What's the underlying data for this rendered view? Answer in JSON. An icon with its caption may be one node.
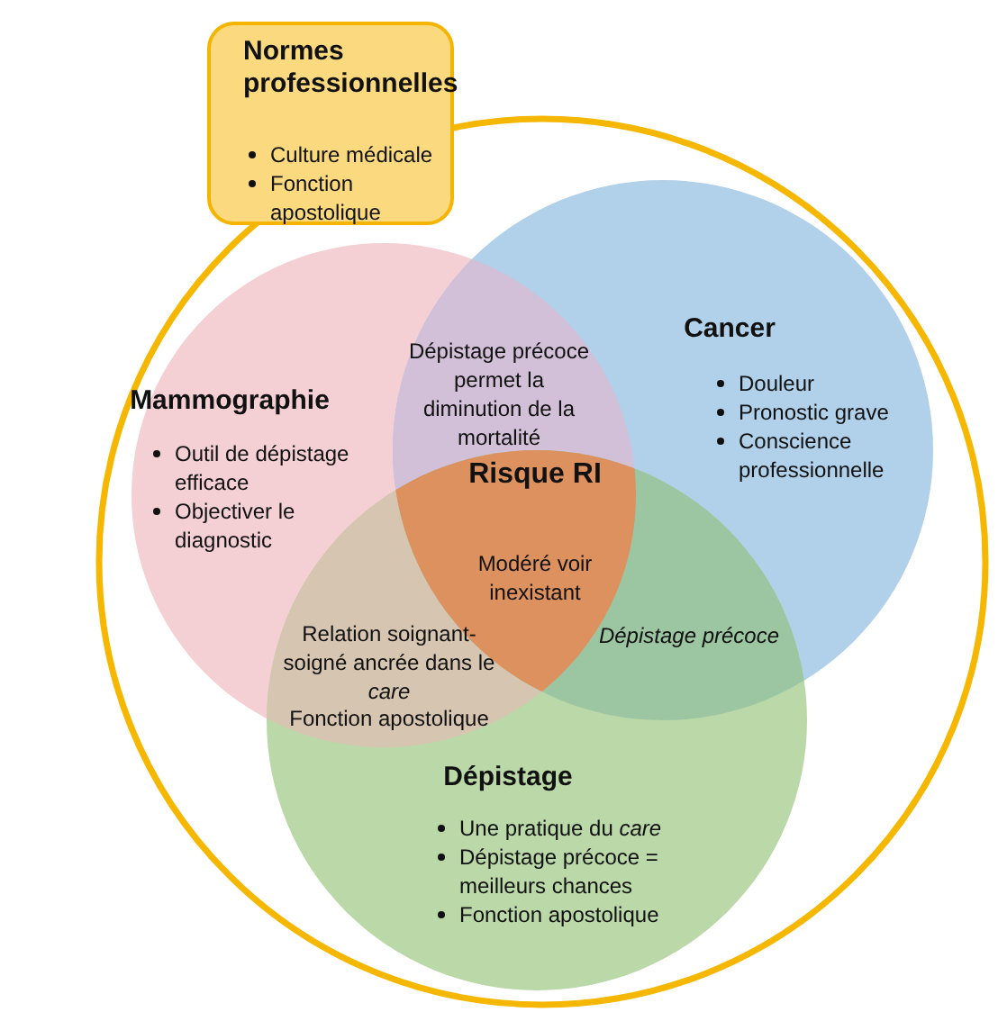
{
  "diagram": {
    "nodes": [
      {
        "text": [
          "Normes professionnelles",
          "Culture médicale",
          "Fonction apostolique"
        ]
      },
      {
        "text": [
          "Mammographie",
          "Outil de dépistage efficace",
          "Objectiver le diagnostic"
        ]
      },
      {
        "text": [
          "Cancer",
          "Douleur",
          "Pronostic grave",
          "Conscience professionnelle"
        ]
      },
      {
        "text": [
          "Dépistage",
          "Une pratique du *care*",
          "Dépistage précoce = meilleurs chances",
          "Fonction apostolique"
        ]
      }
    ],
    "edges": [],
    "labels": [
      "Dépistage précoce permet la diminution de la mortalité",
      "Risque RI",
      "Modéré voir inexistant",
      "Relation soignant-soigné ancrée dans le *care*",
      "Fonction apostolique",
      "Dépistage précoce"
    ]
  }
}
